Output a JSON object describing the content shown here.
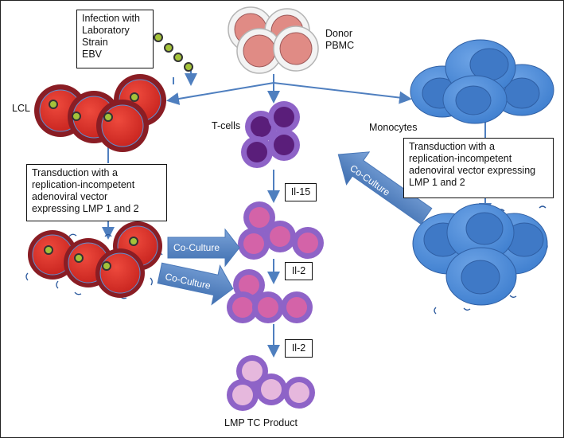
{
  "labels": {
    "infection_box": [
      "Infection with",
      "Laboratory",
      "Strain",
      "EBV"
    ],
    "donor": [
      "Donor",
      "PBMC"
    ],
    "lcl": "LCL",
    "tcells": "T-cells",
    "monocytes": "Monocytes",
    "transduction_left": [
      "Transduction with a",
      "replication-incompetent",
      "adenoviral vector",
      "expressing LMP 1 and 2"
    ],
    "transduction_right": [
      "Transduction with a",
      "replication-incompetent",
      "adenoviral vector expressing",
      "LMP 1 and 2"
    ],
    "il15": "Il-15",
    "il2_first": "Il-2",
    "il2_second": "Il-2",
    "coculture_top": "Co-Culture",
    "coculture_mid": "Co-Culture",
    "coculture_right": "Co-Culture",
    "product": "LMP TC Product"
  },
  "colors": {
    "arrow_blue": "#5b87c3",
    "lcl_red": "#d83a33",
    "lcl_rim": "#8c1c22",
    "monocyte_blue": "#4b8ad6",
    "tcell_purple": "#5a1e7a",
    "cultured_pink": "#d463a8",
    "product_pink": "#e6b8dd",
    "donor_pink": "#e08b85"
  }
}
